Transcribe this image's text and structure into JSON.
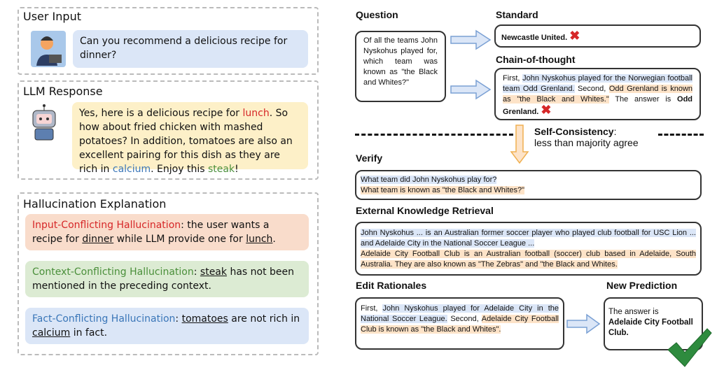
{
  "user_input": {
    "title": "User Input",
    "text": "Can you recommend a delicious recipe for dinner?"
  },
  "llm_response": {
    "title": "LLM Response",
    "parts": [
      "Yes, here is a delicious recipe for ",
      "lunch",
      ". So how about fried chicken with mashed potatoes? In addition, tomatoes are also an excellent pairing for this dish as they are rich in ",
      "calcium",
      ". Enjoy this ",
      "steak",
      "!"
    ]
  },
  "explanation": {
    "title": "Hallucination Explanation",
    "input": {
      "label": "Input-Conflicting Hallucination",
      "t1": ": the user wants a recipe for ",
      "w1": "dinner",
      "t2": " while LLM provide one for ",
      "w2": "lunch",
      "t3": "."
    },
    "context": {
      "label": "Context-Conflicting Hallucination",
      "t1": ": ",
      "w1": "steak",
      "t2": " has not been mentioned in the preceding context."
    },
    "fact": {
      "label": "Fact-Conflicting Hallucination",
      "t1": ": ",
      "w1": "tomatoes",
      "t2": " are not rich in ",
      "w2": "calcium",
      "t3": " in fact."
    }
  },
  "question": {
    "title": "Question",
    "text": "Of all the teams John Nyskohus played for, which team was known as \"the Black and Whites?\""
  },
  "standard": {
    "title": "Standard",
    "answer": "Newcastle United."
  },
  "cot": {
    "title": "Chain-of-thought",
    "p1": "First, ",
    "h1": "John Nyskohus played for the Norwegian football team Odd Grenland.",
    "p2": " Second, ",
    "h2": "Odd Grenland is known as \"the Black and Whites.\"",
    "p3": " The answer is ",
    "ans": "Odd Grenland."
  },
  "self_consistency": {
    "label": "Self-Consistency",
    "sub": "less than majority agree"
  },
  "verify": {
    "title": "Verify",
    "q1": "What team did John Nyskohus play for?",
    "q2": "What team is known as \"the Black and Whites?\""
  },
  "retrieval": {
    "title": "External Knowledge Retrieval",
    "k1": "John Nyskohus ... is an Australian former soccer player who played club football for USC Lion ... and Adelaide City in the National Soccer League ...",
    "k2": "Adelaide City Football Club is an Australian football (soccer) club based in Adelaide, South Australia. They are also known as \"The Zebras\" and \"the Black and Whites."
  },
  "edit": {
    "title": "Edit Rationales",
    "p1": "First, ",
    "h1": "John Nyskohus played for Adelaide City in the National Soccer League.",
    "p2": " Second, ",
    "h2": "Adelaide City Football Club is known as \"the Black and Whites\"."
  },
  "new_prediction": {
    "title": "New Prediction",
    "pre": "The answer is",
    "ans": "Adelaide City Football Club."
  }
}
